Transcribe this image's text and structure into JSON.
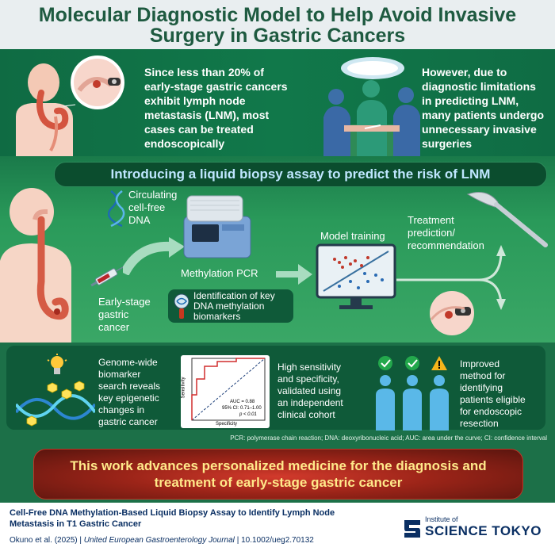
{
  "title": {
    "line1": "Molecular Diagnostic Model to Help Avoid Invasive",
    "line2": "Surgery in Gastric Cancers"
  },
  "top": {
    "left_text": [
      "Since less than 20% of",
      "early-stage gastric cancers",
      "exhibit lymph node",
      "metastasis (LNM), most",
      "cases can be treated",
      "endoscopically"
    ],
    "right_text": [
      "However, due to",
      "diagnostic limitations",
      "in predicting LNM,",
      "many patients undergo",
      "unnecessary invasive",
      "surgeries"
    ]
  },
  "mid": {
    "banner": "Introducing a liquid biopsy assay to predict the risk of LNM",
    "cfdna_label": [
      "Circulating",
      "cell-free",
      "DNA"
    ],
    "early_stage_label": [
      "Early-stage",
      "gastric",
      "cancer"
    ],
    "methylation_pcr": "Methylation PCR",
    "model_training": "Model training",
    "treatment_label": [
      "Treatment",
      "prediction/",
      "recommendation"
    ],
    "biomarkers_label": [
      "Identification of key",
      "DNA methylation",
      "biomarkers"
    ]
  },
  "lower": {
    "genome_text": [
      "Genome-wide",
      "biomarker",
      "search reveals",
      "key epigenetic",
      "changes in",
      "gastric cancer"
    ],
    "sensitivity_text": [
      "High sensitivity",
      "and specificity,",
      "validated using",
      "an independent",
      "clinical cohort"
    ],
    "improved_text": [
      "Improved",
      "method for",
      "identifying",
      "patients eligible",
      "for endoscopic",
      "resection"
    ],
    "roc": {
      "ylabel": "Sensitivity",
      "xlabel": "Specificity",
      "auc": "AUC = 0.88",
      "ci": "95% CI: 0.71–1.00",
      "p": "p < 0.01"
    },
    "abbreviations": "PCR: polymerase chain reaction; DNA: deoxyribonucleic acid; AUC: area under the curve; CI: confidence interval"
  },
  "conclusion": {
    "line1": "This work advances personalized medicine for the diagnosis and",
    "line2": "treatment of early-stage gastric cancer"
  },
  "footer": {
    "title_line1": "Cell-Free DNA Methylation-Based Liquid Biopsy Assay to Identify Lymph Node",
    "title_line2": "Metastasis in T1 Gastric Cancer",
    "authors": "Okuno et al. (2025)",
    "separator": "|",
    "journal": "United European Gastroenterology Journal",
    "doi": "10.1002/ueg2.70132",
    "institute_small": "Institute of",
    "institute_big": "SCIENCE TOKYO"
  },
  "colors": {
    "title_green": "#1e5a40",
    "banner_text": "#bfe6ff",
    "conclusion_text": "#ffe98a",
    "navy": "#0a2f63"
  }
}
